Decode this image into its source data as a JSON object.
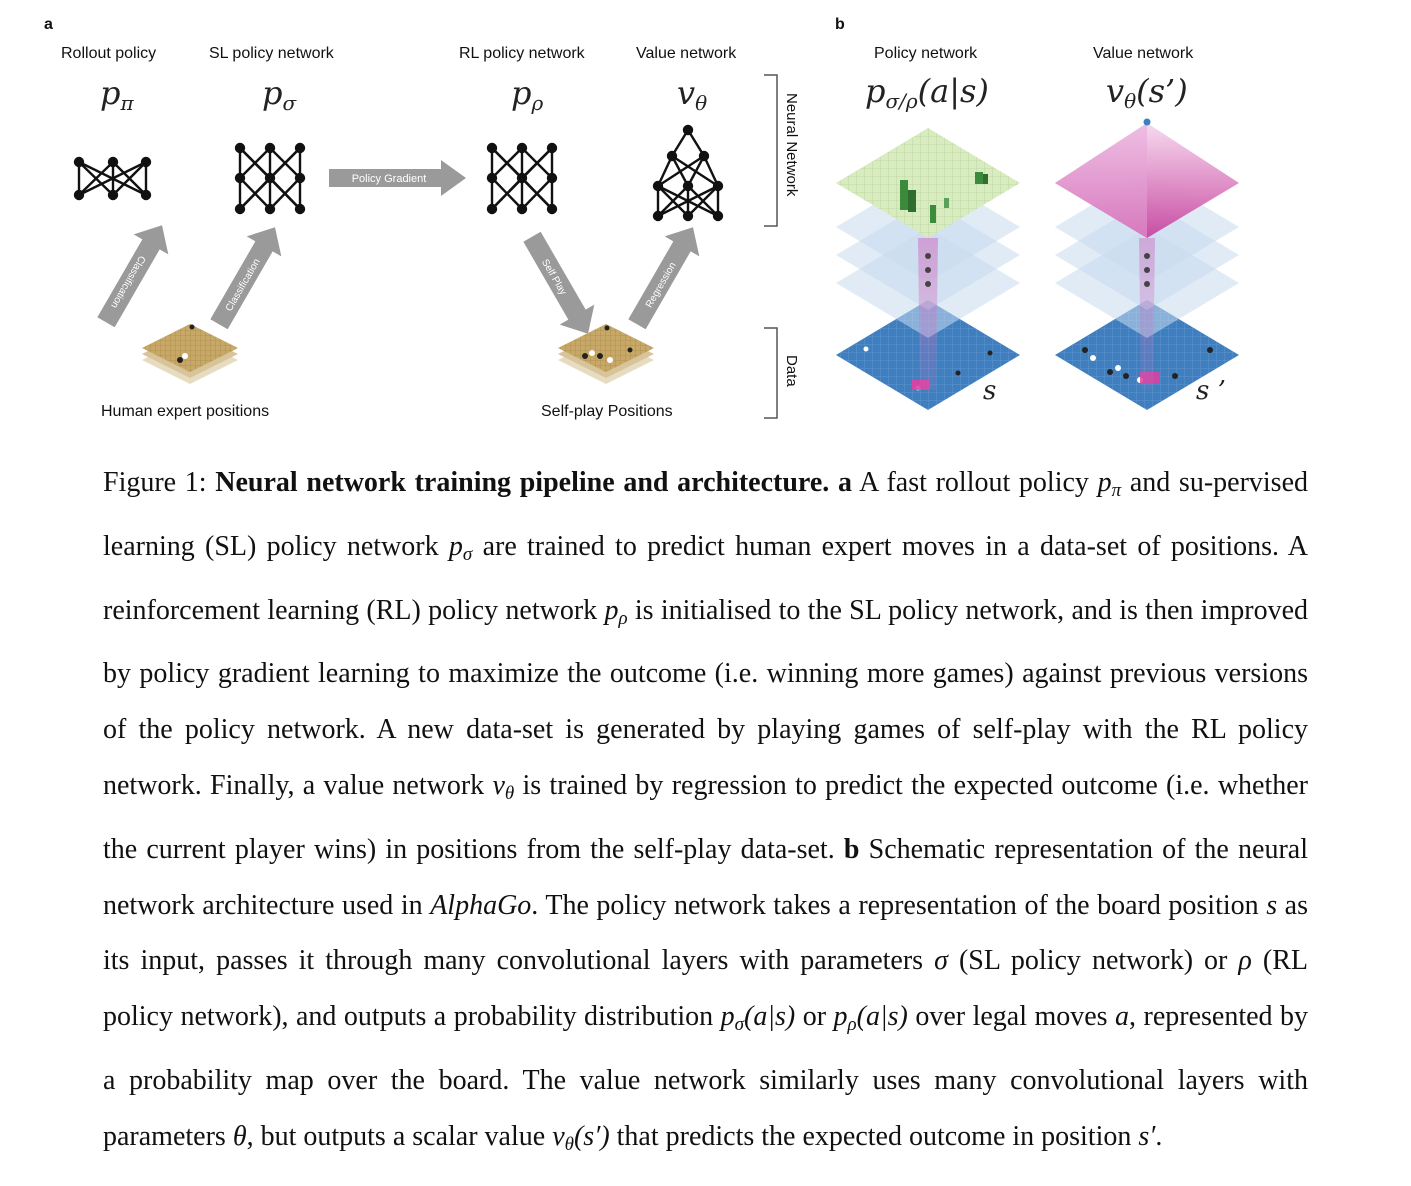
{
  "figure": {
    "panel_a": "a",
    "panel_b": "b",
    "titles": {
      "rollout": "Rollout policy",
      "sl": "SL policy network",
      "rl": "RL policy network",
      "value": "Value network",
      "b_policy": "Policy network",
      "b_value": "Value network"
    },
    "symbols": {
      "p": "p",
      "pi": "π",
      "sigma": "σ",
      "rho": "ρ",
      "v": "v",
      "theta": "θ",
      "b_policy_sub": "σ/ρ",
      "b_policy_arg": "(a|s)",
      "b_value_arg": "(s’)"
    },
    "arrow_labels": {
      "policy_gradient": "Policy Gradient",
      "classification_left": "Classification",
      "classification_right": "Classification",
      "self_play": "Self Play",
      "regression": "Regression"
    },
    "bottom_labels": {
      "human": "Human expert positions",
      "selfplay": "Self-play Positions"
    },
    "brackets": {
      "neural_network": "Neural Network",
      "data": "Data"
    },
    "board_labels": {
      "s": "s",
      "s_prime": "s ’"
    },
    "colors": {
      "arrow_gray": "#9a9a9a",
      "board_tan": "#c8a866",
      "policy_green": "#d8ecc0",
      "value_magenta": "#d46fc4",
      "board_blue": "#3f7fc0",
      "layer_blue": "#c9dbef"
    }
  },
  "caption": {
    "fig_label": "Figure 1:",
    "title": "Neural network training pipeline and architecture.",
    "a_marker": "a",
    "a1": " A fast rollout policy ",
    "a2": " and su-pervised learning (SL) policy network ",
    "a3": " are trained to predict human expert moves in a data-set of positions. A reinforcement learning (RL) policy network ",
    "a4": " is initialised to the SL policy network, and is then improved by policy gradient learning to maximize the outcome (i.e. winning more games) against previous versions of the policy network.  A new data-set is generated by playing games of self-play with the RL policy network. Finally, a value network ",
    "a5": " is trained by regression to predict the expected outcome (i.e. whether the current player wins) in positions from the self-play data-set. ",
    "b_marker": "b",
    "b1": " Schematic representation of the neural network architecture used in ",
    "alphago": "AlphaGo",
    "b2": ". The policy network takes a representation of the board position ",
    "b3": " as its input, passes it through many convolutional layers with parameters ",
    "b4": " (SL policy network) or ",
    "b5": " (RL policy network), and outputs a probability distribution ",
    "or": " or ",
    "b6": " over legal moves ",
    "b7": ", represented by a probability map over the board. The value network similarly uses many convolutional layers with parameters ",
    "b8": ", but outputs a scalar value ",
    "b9": " that predicts the expected outcome in position ",
    "end": "."
  }
}
